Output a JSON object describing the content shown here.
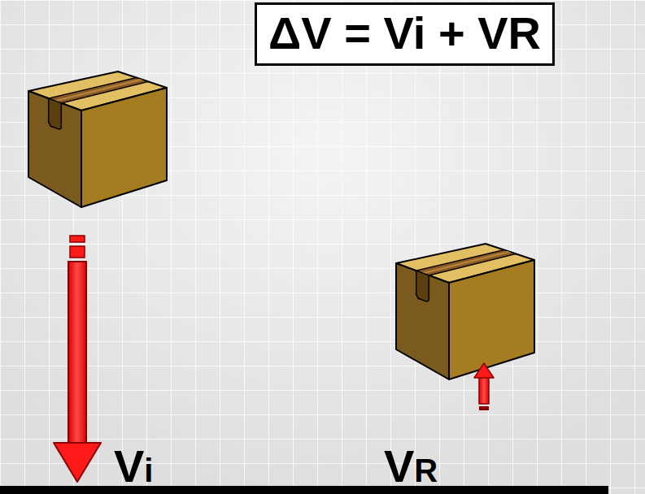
{
  "diagram": {
    "nodes": [
      {
        "text": [
          "ΔV = Vi + VR"
        ]
      }
    ],
    "labels": [
      "Vi",
      "VR"
    ]
  }
}
